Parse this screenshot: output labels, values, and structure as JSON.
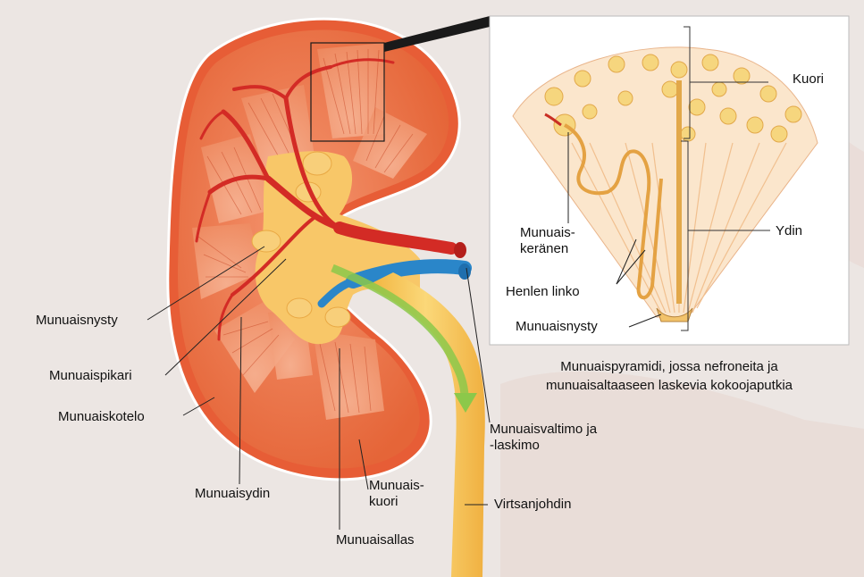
{
  "labels": {
    "kuori": "Kuori",
    "ydin": "Ydin",
    "munuaiskeranen": "Munuais-\nkeränen",
    "henlen_linko": "Henlen linko",
    "munuaisnysty_inset": "Munuaisnysty",
    "munuaisnysty": "Munuaisnysty",
    "munuaispikari": "Munuaispikari",
    "munuaiskotelo": "Munuaiskotelo",
    "munuaisydin": "Munuaisydin",
    "munuaiskuori": "Munuais-\nkuori",
    "munuaisallas": "Munuaisallas",
    "munuaisvaltimo": "Munuaisvaltimo ja\n-laskimo",
    "virtsanjohdin": "Virtsanjohdin"
  },
  "caption": "Munuaispyramidi, jossa nefroneita ja\nmunuaisaltaaseen laskevia kokoojaputkia",
  "colors": {
    "background": "#ece6e3",
    "kidney_cortex": "#ef7a4c",
    "kidney_medulla": "#f3a27d",
    "pelvis": "#f7c15a",
    "artery": "#d9332a",
    "vein": "#2e8fd0",
    "ureter": "#f5c24f",
    "urine_arrow": "#8cc84a",
    "inset_bg": "#fbe7cf"
  }
}
